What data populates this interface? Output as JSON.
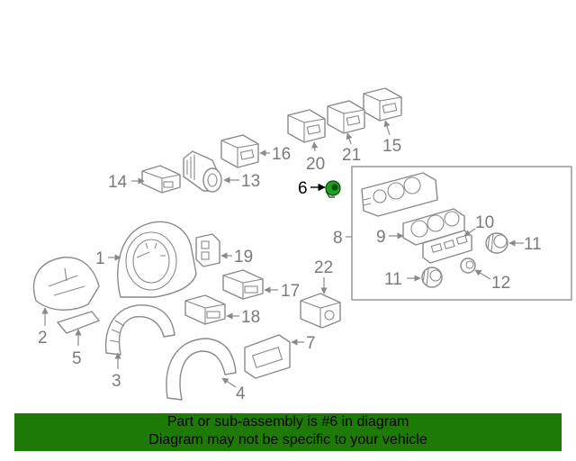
{
  "diagram": {
    "callouts": {
      "c1": "1",
      "c2": "2",
      "c3": "3",
      "c4": "4",
      "c5": "5",
      "c6": "6",
      "c7": "7",
      "c8": "8",
      "c9": "9",
      "c10": "10",
      "c11a": "11",
      "c11b": "11",
      "c12": "12",
      "c13": "13",
      "c14": "14",
      "c15": "15",
      "c16": "16",
      "c17": "17",
      "c18": "18",
      "c19": "19",
      "c20": "20",
      "c21": "21",
      "c22": "22"
    },
    "highlighted_part": "6",
    "highlight_color": "#1f9e1f"
  },
  "banner": {
    "line1": "Part or sub-assembly is #6 in diagram",
    "line2": "Diagram may not be specific to your vehicle",
    "background": "#1d7a05"
  }
}
